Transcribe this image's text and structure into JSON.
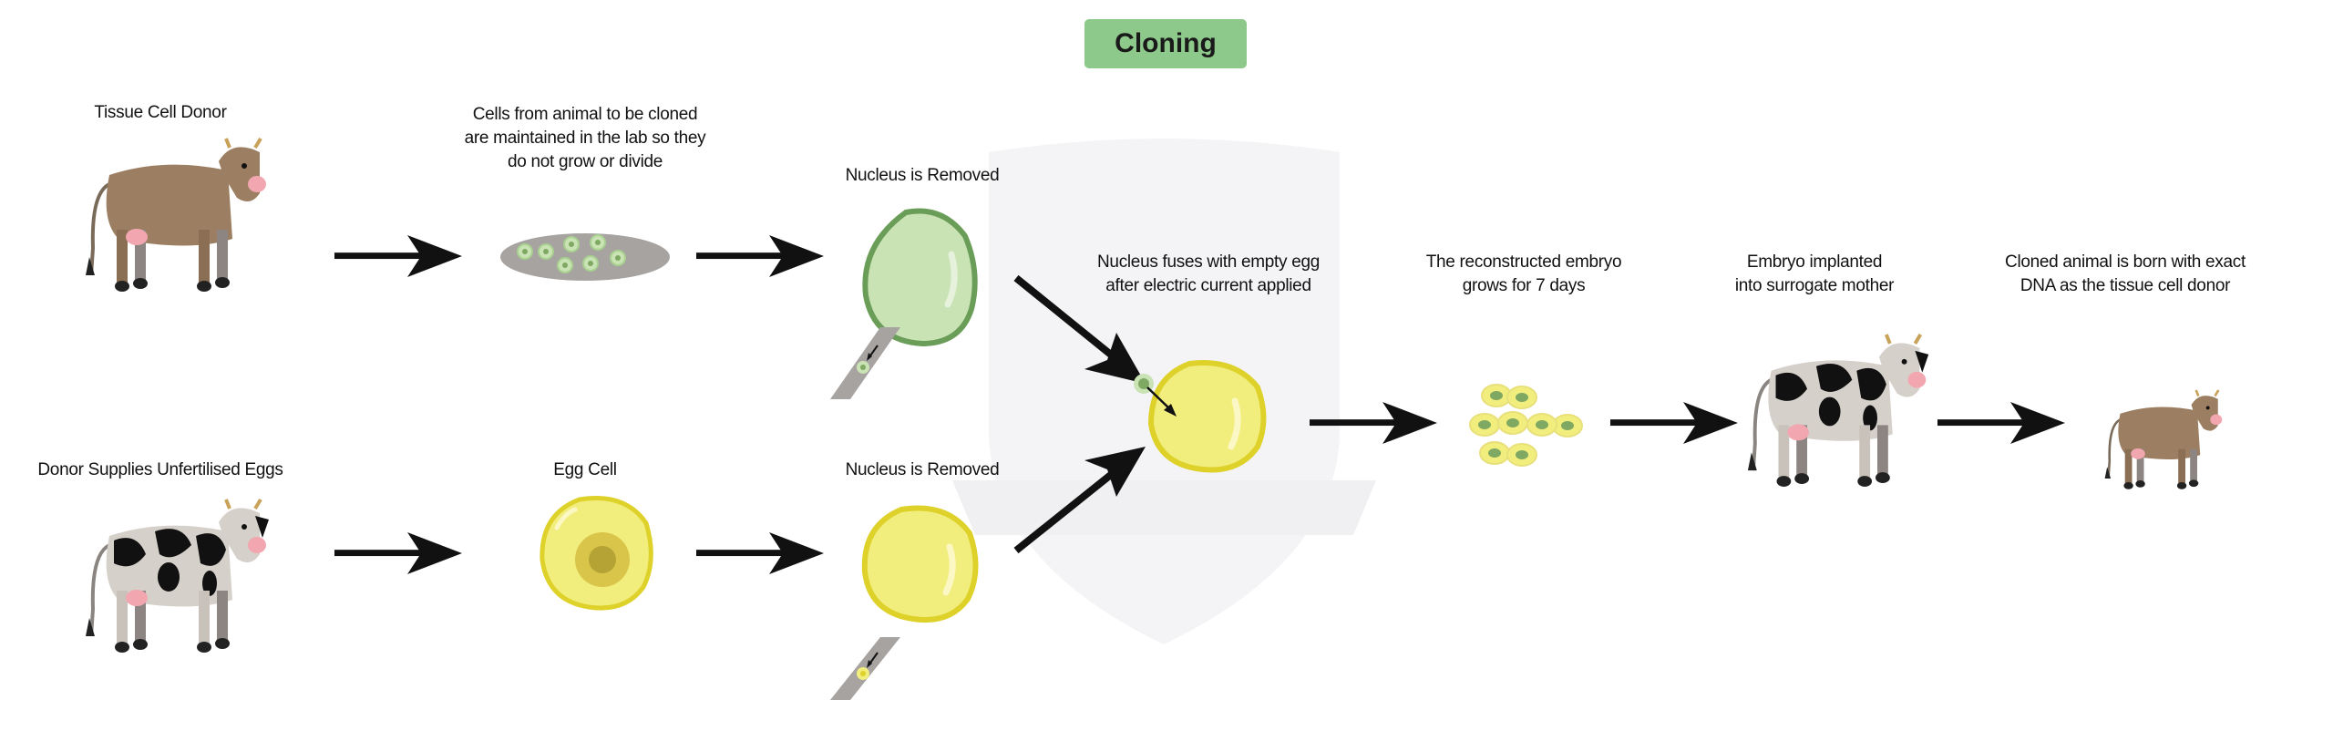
{
  "title": "Cloning",
  "labels": {
    "tissue_donor": "Tissue Cell Donor",
    "cells_maintained": [
      "Cells from animal to be cloned",
      "are maintained in the lab so they",
      "do not grow or divide"
    ],
    "nucleus_removed_top": "Nucleus is Removed",
    "nucleus_fuses": [
      "Nucleus fuses with empty egg",
      "after electric current applied"
    ],
    "embryo_grows": [
      "The reconstructed embryo",
      "grows for 7 days"
    ],
    "embryo_implanted": [
      "Embryo implanted",
      "into surrogate mother"
    ],
    "cloned_born": [
      "Cloned animal is born with exact",
      "DNA as the tissue cell donor"
    ],
    "egg_donor": "Donor Supplies Unfertilised Eggs",
    "egg_cell": "Egg Cell",
    "nucleus_removed_bottom": "Nucleus is Removed"
  },
  "colors": {
    "title_bg": "#8dc98a",
    "brown_cow": "#9c7f62",
    "green_cell": "#c9e3b5",
    "green_cell_border": "#6a9e58",
    "yellow_cell": "#f2ee7e",
    "yellow_cell_border": "#ddd12a",
    "dish": "#a6a3a1"
  }
}
